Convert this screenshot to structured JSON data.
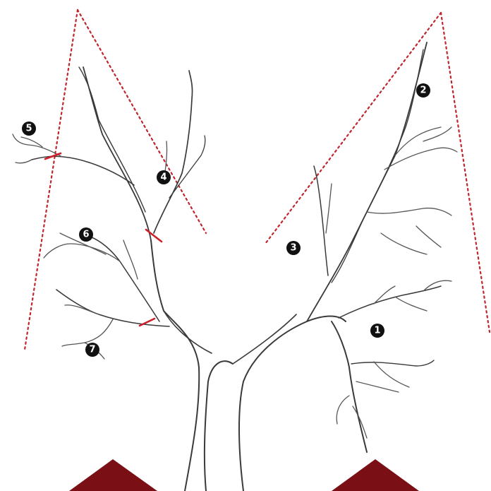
{
  "colors": {
    "guide_line": "#c0262d",
    "cut_mark": "#cc1f2a",
    "triangle": "#7a1015",
    "branch": "#3a3a3a",
    "badge": "#111111"
  },
  "markers": [
    {
      "id": "marker-1",
      "label": "1"
    },
    {
      "id": "marker-2",
      "label": "2"
    },
    {
      "id": "marker-3",
      "label": "3"
    },
    {
      "id": "marker-4",
      "label": "4"
    },
    {
      "id": "marker-5",
      "label": "5"
    },
    {
      "id": "marker-6",
      "label": "6"
    },
    {
      "id": "marker-7",
      "label": "7"
    }
  ]
}
